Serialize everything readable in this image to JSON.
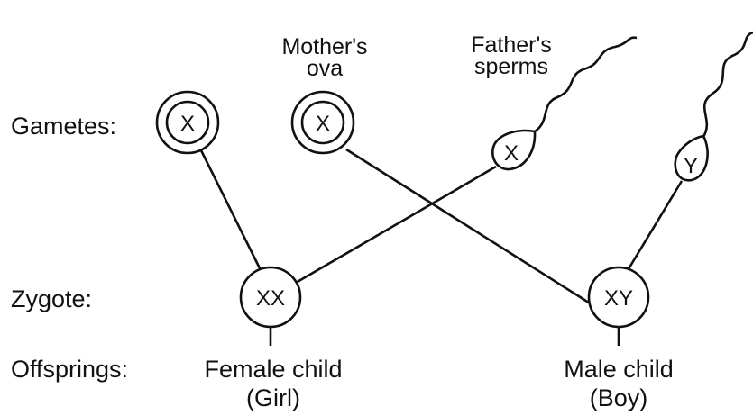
{
  "row_labels": {
    "gametes": "Gametes:",
    "zygote": "Zygote:",
    "offsprings": "Offsprings:"
  },
  "headers": {
    "mother_line1": "Mother's",
    "mother_line2": "ova",
    "father_line1": "Father's",
    "father_line2": "sperms"
  },
  "gametes": {
    "ovum_1": "X",
    "ovum_2": "X",
    "sperm_1": "X",
    "sperm_2": "Y"
  },
  "zygotes": {
    "female": "XX",
    "male": "XY"
  },
  "offspring": {
    "female_line1": "Female child",
    "female_line2": "(Girl)",
    "male_line1": "Male child",
    "male_line2": "(Boy)"
  }
}
